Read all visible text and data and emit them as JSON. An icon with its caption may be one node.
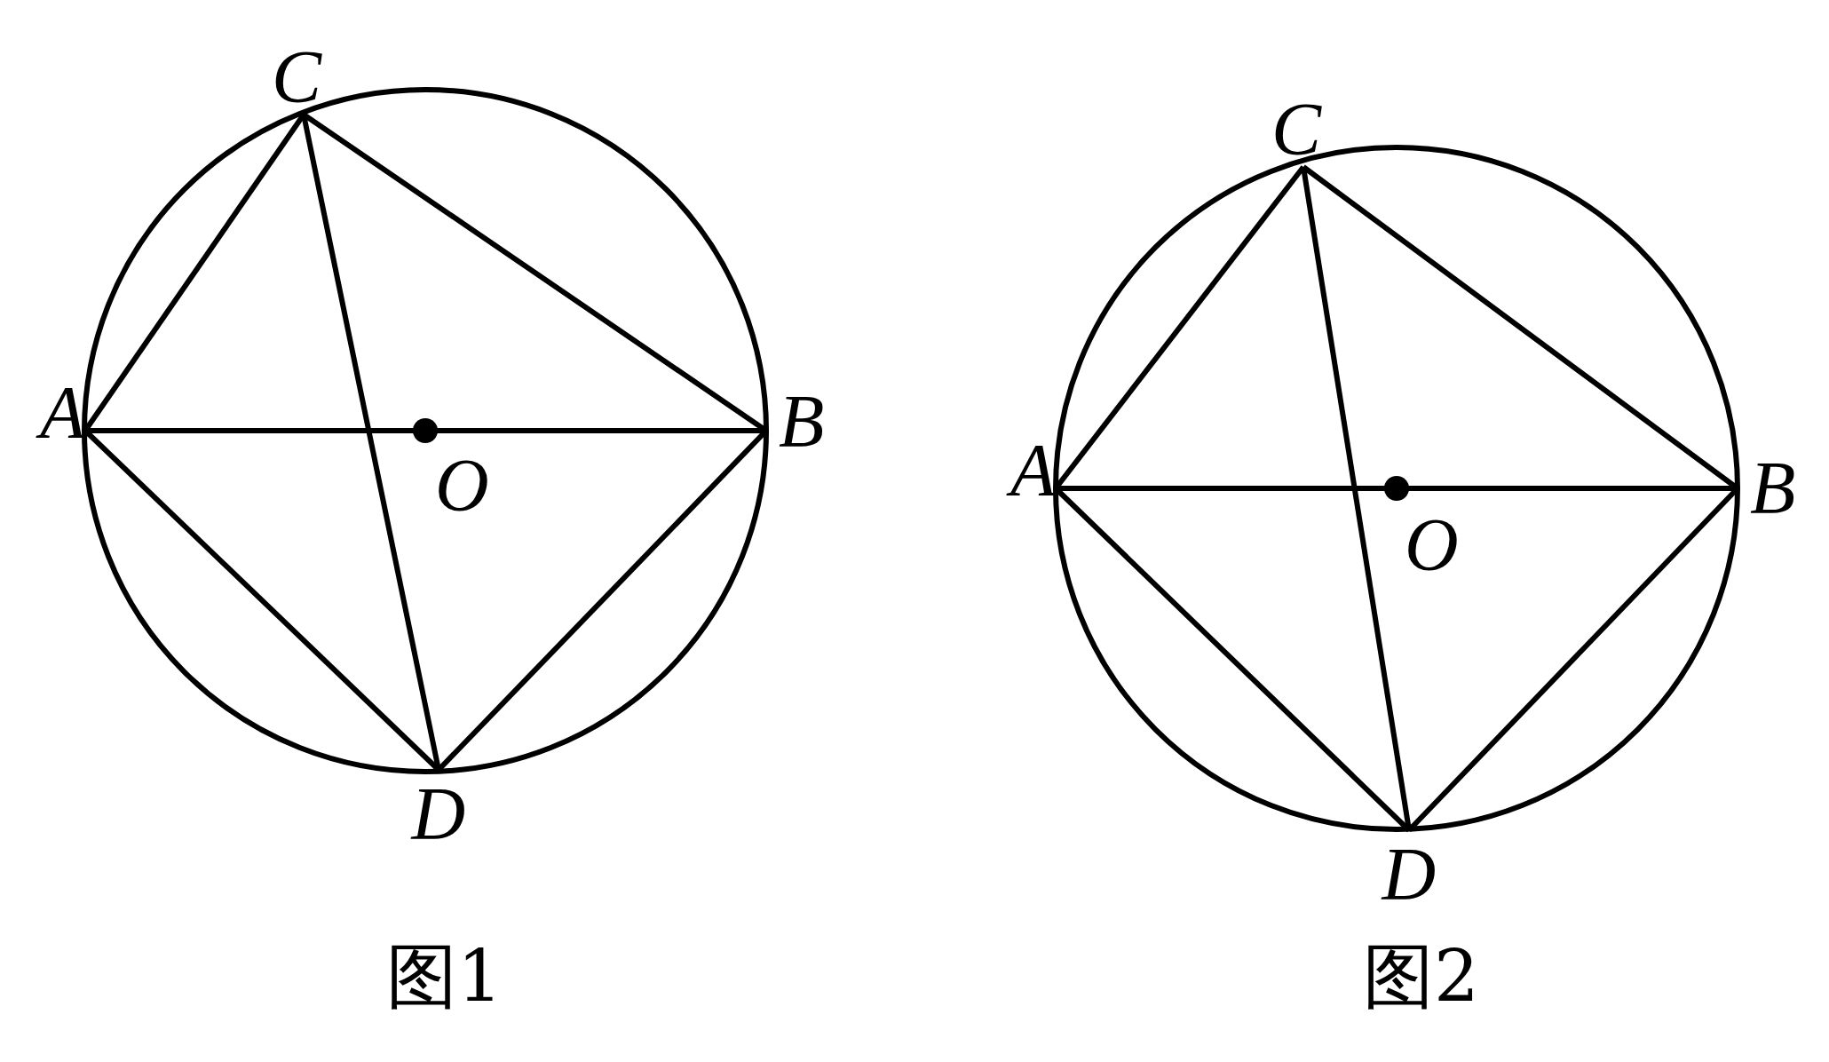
{
  "diagram": {
    "nodes": [
      {
        "text": [
          "A"
        ]
      },
      {
        "text": [
          "B"
        ]
      },
      {
        "text": [
          "C"
        ]
      },
      {
        "text": [
          "D"
        ]
      },
      {
        "text": [
          "A"
        ]
      },
      {
        "text": [
          "B"
        ]
      },
      {
        "text": [
          "C"
        ]
      },
      {
        "text": [
          "D"
        ]
      }
    ],
    "edges": [
      {
        "from": 0,
        "to": 1,
        "arrow": "none"
      },
      {
        "from": 0,
        "to": 2,
        "arrow": "none"
      },
      {
        "from": 2,
        "to": 1,
        "arrow": "none"
      },
      {
        "from": 2,
        "to": 3,
        "arrow": "none"
      },
      {
        "from": 0,
        "to": 3,
        "arrow": "none"
      },
      {
        "from": 3,
        "to": 1,
        "arrow": "none"
      },
      {
        "from": 4,
        "to": 5,
        "arrow": "none"
      },
      {
        "from": 4,
        "to": 6,
        "arrow": "none"
      },
      {
        "from": 6,
        "to": 5,
        "arrow": "none"
      },
      {
        "from": 6,
        "to": 7,
        "arrow": "none"
      },
      {
        "from": 4,
        "to": 7,
        "arrow": "none"
      },
      {
        "from": 7,
        "to": 5,
        "arrow": "none"
      }
    ],
    "labels": [
      "O",
      "图1",
      "O",
      "图2"
    ]
  }
}
